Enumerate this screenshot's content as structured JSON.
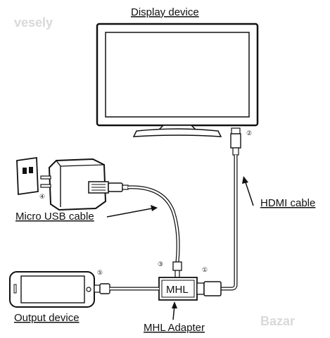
{
  "watermark_top": "vesely",
  "watermark_bottom": "Bazar",
  "labels": {
    "display_device": "Display device",
    "hdmi_cable": "HDMI cable",
    "micro_usb_cable": "Micro USB cable",
    "output_device": "Output device",
    "mhl_adapter": "MHL Adapter",
    "mhl_box_text": "MHL"
  },
  "markers": {
    "m1": "①",
    "m2": "②",
    "m3": "③",
    "m4": "④",
    "m5": "⑤"
  }
}
